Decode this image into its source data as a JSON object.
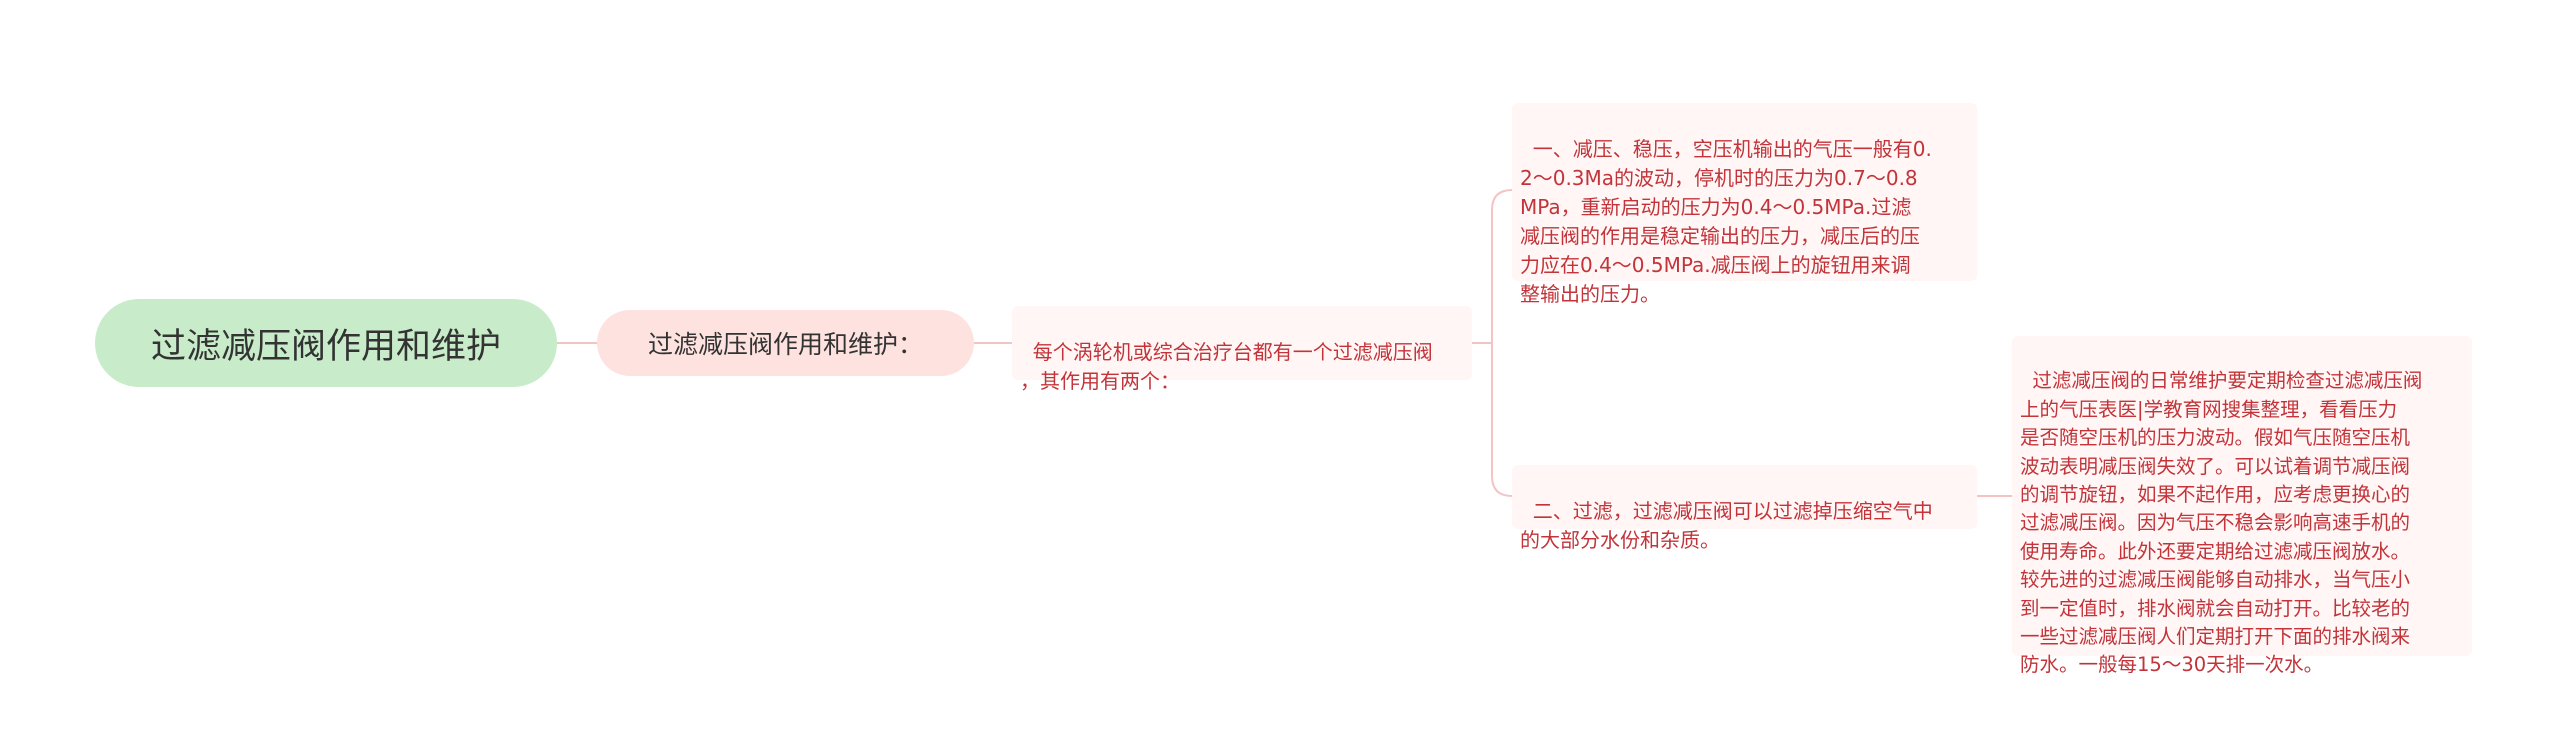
{
  "root": {
    "label": "过滤减压阀作用和维护"
  },
  "level1": {
    "label": "过滤减压阀作用和维护："
  },
  "level2": {
    "text": "每个涡轮机或综合治疗台都有一个过滤减压阀\n，其作用有两个："
  },
  "items": [
    {
      "text": "一、减压、稳压，空压机输出的气压一般有0.\n2～0.3Ma的波动，停机时的压力为0.7～0.8\nMPa，重新启动的压力为0.4～0.5MPa.过滤\n减压阀的作用是稳定输出的压力，减压后的压\n力应在0.4～0.5MPa.减压阀上的旋钮用来调\n整输出的压力。"
    },
    {
      "text": "二、过滤，过滤减压阀可以过滤掉压缩空气中\n的大部分水份和杂质。"
    }
  ],
  "detail": {
    "text": "过滤减压阀的日常维护要定期检查过滤减压阀\n上的气压表医|学教育网搜集整理，看看压力\n是否随空压机的压力波动。假如气压随空压机\n波动表明减压阀失效了。可以试着调节减压阀\n的调节旋钮，如果不起作用，应考虑更换心的\n过滤减压阀。因为气压不稳会影响高速手机的\n使用寿命。此外还要定期给过滤减压阀放水。\n较先进的过滤减压阀能够自动排水，当气压小\n到一定值时，排水阀就会自动打开。比较老的\n一些过滤减压阀人们定期打开下面的排水阀来\n防水。一般每15～30天排一次水。"
  },
  "colors": {
    "root_fill": "#c8ecc9",
    "level1_fill": "#fde2e0",
    "text_box_fill": "#fff6f5",
    "text_color": "#c2343a",
    "connector": "#f4c4c4"
  }
}
